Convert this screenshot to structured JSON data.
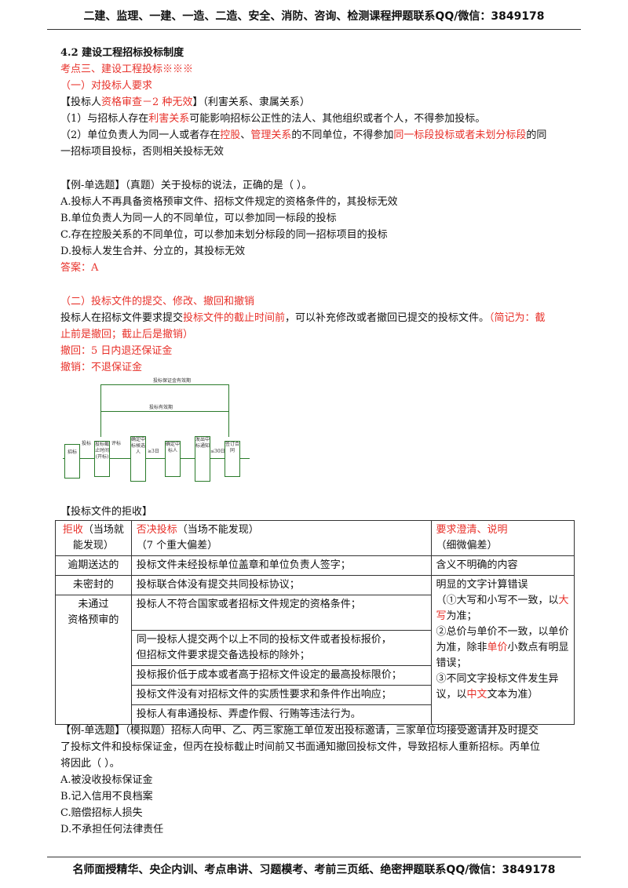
{
  "header": "二建、监理、一建、一造、二造、安全、消防、咨询、检测课程押题联系QQ/微信：3849178",
  "footer": "名师面授精华、央企内训、考点串讲、习题模考、考前三页纸、绝密押题联系QQ/微信：3849178",
  "section_title": "4.2  建设工程招标投标制度",
  "kaodian": "考点三、建设工程投标※※※",
  "sub1": "（一）对投标人要求",
  "req_a": "【投标人",
  "req_b": "资格审查－2 种无效",
  "req_c": "】（利害关系、隶属关系）",
  "p1_a": "（1）与招标人存在",
  "p1_b": "利害关系",
  "p1_c": "可能影响招标公正性的法人、其他组织或者个人，不得参加投标。",
  "p2_a": "（2）单位负责人为同一人或者存在",
  "p2_b": "控股",
  "p2_c": "、",
  "p2_d": "管理关系",
  "p2_e": "的不同单位，不得参加",
  "p2_f": "同一标段投标或者未划分标段",
  "p2_g": "的同",
  "p2_h": "一招标项目投标，否则相关投标无效",
  "q1": {
    "stem": "【例-单选题】（真题）关于投标的说法，正确的是（ ）。",
    "a": "A.投标人不再具备资格预审文件、招标文件规定的资格条件的，其投标无效",
    "b": "B.单位负责人为同一人的不同单位，可以参加同一标段的投标",
    "c": "C.存在控股关系的不同单位，可以参加未划分标段的同一招标项目的投标",
    "d": "D.投标人发生合并、分立的，其投标无效",
    "answer": "答案：A"
  },
  "sub2": "（二）投标文件的提交、修改、撤回和撤销",
  "s2_a": "投标人在招标文件要求提交",
  "s2_b": "投标文件的截止时间前",
  "s2_c": "，可以补充修改或者撤回已提交的投标文件。",
  "s2_d": "（简记为：截",
  "s2_e": "止前是撤回；截止后是撤销）",
  "withdraw": "撤回：5 日内退还保证金",
  "revoke": "撤销：不退保证金",
  "diagram": {
    "top_label": "投标保证金有效期",
    "mid_label": "投标有效期",
    "boxes": [
      "招标",
      "投标截止时间(开标)",
      "确定中标候选人",
      "确定中标人",
      "发出中标通知",
      "签订合同"
    ],
    "arrows": [
      "投标",
      "评标",
      "≥3日",
      "≤30日"
    ]
  },
  "table_title": "【投标文件的拒收】",
  "table": {
    "h1_a": "拒收",
    "h1_b": "（当场就",
    "h1_c": "能发现）",
    "h2_a": "否决投标",
    "h2_b": "（当场不能发现）",
    "h2_c": "（7 个重大偏差）",
    "h3_a": "要求澄清、说明",
    "h3_b": "（细微偏差）",
    "r1c1": "逾期送达的",
    "r1c2": "投标文件未经投标单位盖章和单位负责人签字；",
    "r1c3": "含义不明确的内容",
    "r2c1": "未密封的",
    "r2c2": "投标联合体没有提交共同投标协议；",
    "r3c1_a": "未通过",
    "r3c1_b": "资格预审的",
    "r3c2": "投标人不符合国家或者招标文件规定的资格条件；",
    "r4c2_a": "同一投标人提交两个以上不同的投标文件或者投标报价，",
    "r4c2_b": "但招标文件要求提交备选投标的除外；",
    "r5c2": "投标报价低于成本或者高于招标文件设定的最高投标限价；",
    "r6c2": "投标文件没有对招标文件的实质性要求和条件作出响应；",
    "r7c2": "投标人有串通投标、弄虚作假、行贿等违法行为。",
    "c3_l1": "明显的文字计算错误",
    "c3_l2_a": "（①大写和小写不一致，以",
    "c3_l2_b": "大",
    "c3_l3_a": "写",
    "c3_l3_b": "为准；",
    "c3_l4": "②总价与单价不一致，以单价",
    "c3_l5_a": "为准，除非",
    "c3_l5_b": "单价",
    "c3_l5_c": "小数点有明显",
    "c3_l6": "错误；",
    "c3_l7": "③不同文字投标文件发生异",
    "c3_l8_a": "议，以",
    "c3_l8_b": "中文",
    "c3_l8_c": "文本为准）"
  },
  "q2": {
    "l1": "【例-单选题】（模拟题）招标人向甲、乙、丙三家施工单位发出投标邀请，三家单位均接受邀请并及时提交",
    "l2": "了投标文件和投标保证金，但丙在投标截止时间前又书面通知撤回投标文件，导致招标人重新招标。丙单位",
    "l3": "将因此（ ）。",
    "a": "A.被没收投标保证金",
    "b": "B.记入信用不良档案",
    "c": "C.赔偿招标人损失",
    "d": "D.不承担任何法律责任"
  }
}
